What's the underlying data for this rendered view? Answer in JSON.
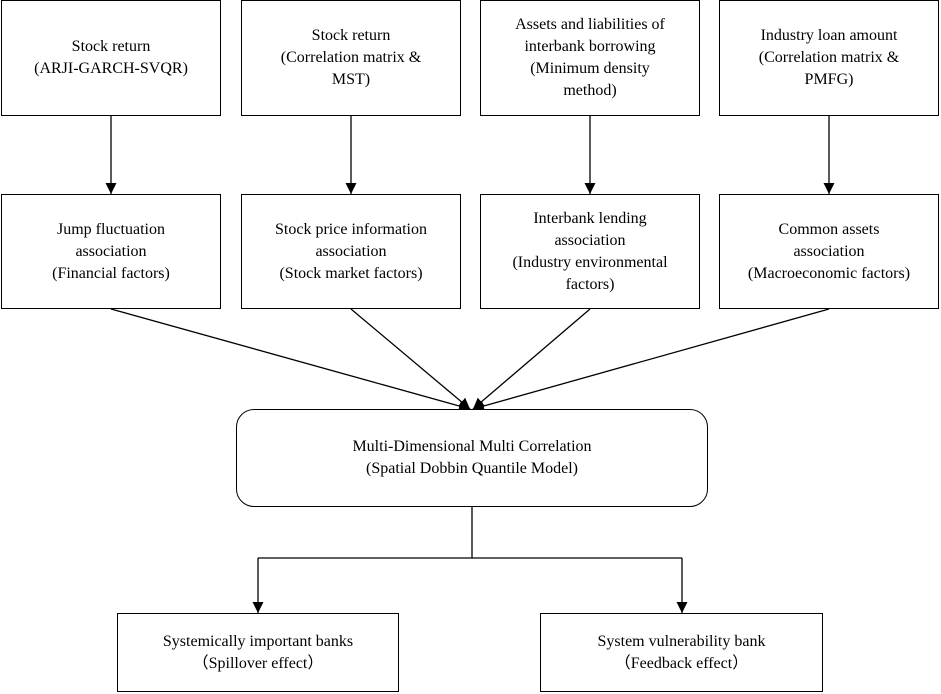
{
  "sources": [
    {
      "lines": [
        "Stock return",
        "(ARJI-GARCH-SVQR)"
      ]
    },
    {
      "lines": [
        "Stock return",
        "(Correlation matrix &",
        "MST)"
      ]
    },
    {
      "lines": [
        "Assets and liabilities of",
        "interbank borrowing",
        "(Minimum density",
        "method)"
      ]
    },
    {
      "lines": [
        "Industry loan amount",
        "(Correlation matrix &",
        "PMFG)"
      ]
    }
  ],
  "associations": [
    {
      "lines": [
        "Jump fluctuation",
        "association",
        "(Financial factors)"
      ]
    },
    {
      "lines": [
        "Stock price information",
        "association",
        "(Stock market factors)"
      ]
    },
    {
      "lines": [
        "Interbank lending",
        "association",
        "(Industry environmental",
        "factors)"
      ]
    },
    {
      "lines": [
        "Common assets",
        "association",
        "(Macroeconomic factors)"
      ]
    }
  ],
  "model": {
    "lines": [
      "Multi-Dimensional Multi Correlation",
      "(Spatial Dobbin Quantile Model)"
    ]
  },
  "outcomes": [
    {
      "lines": [
        "Systemically important banks",
        "（Spillover effect）"
      ]
    },
    {
      "lines": [
        "System vulnerability bank",
        "（Feedback effect）"
      ]
    }
  ]
}
